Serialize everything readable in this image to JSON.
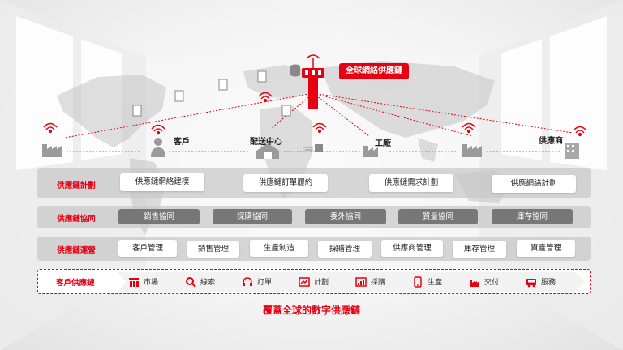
{
  "hub": {
    "label": "全球網絡供應鏈",
    "accent": "#e60012"
  },
  "nodes": {
    "customer": "客戶",
    "distribution_center": "配送中心",
    "factory": "工廠",
    "supplier": "供應商"
  },
  "layers": [
    {
      "label": "供應鏈計劃",
      "style": "white",
      "items": [
        "供應鏈網絡建模",
        "供應鏈訂單履約",
        "供應鏈需求計劃",
        "供應網絡計劃"
      ]
    },
    {
      "label": "供應鏈協同",
      "style": "gray",
      "items": [
        "銷售協同",
        "採購協同",
        "委外協同",
        "質量協同",
        "庫存協同"
      ]
    },
    {
      "label": "供應鏈運營",
      "style": "white",
      "items": [
        "客戶管理",
        "銷售管理",
        "生產制造",
        "採購管理",
        "供應商管理",
        "庫存管理",
        "資產管理"
      ]
    }
  ],
  "customer_chain": {
    "label": "客戶供應鏈",
    "steps": [
      {
        "label": "市場",
        "icon": "market-icon"
      },
      {
        "label": "線索",
        "icon": "magnifier-icon"
      },
      {
        "label": "訂單",
        "icon": "headset-icon"
      },
      {
        "label": "計劃",
        "icon": "plan-icon"
      },
      {
        "label": "採購",
        "icon": "chart-icon"
      },
      {
        "label": "生產",
        "icon": "phone-icon"
      },
      {
        "label": "交付",
        "icon": "factory-icon"
      },
      {
        "label": "服務",
        "icon": "truck-icon"
      }
    ]
  },
  "footer": "覆蓋全球的數字供應鏈",
  "colors": {
    "accent": "#e60012",
    "band": "#c8c8c8",
    "gray_box": "#777777"
  }
}
